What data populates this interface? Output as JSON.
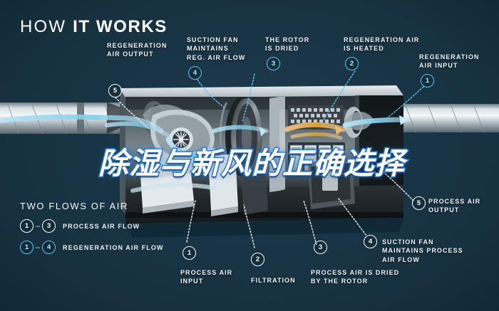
{
  "headline": {
    "light": "HOW ",
    "bold": "IT WORKS"
  },
  "overlay_title": "除湿与新风的正确选择",
  "colors": {
    "background": "#16303f",
    "accent_teal": "#5fc6e8",
    "marker_white": "#ffffff",
    "overlay_outline": "#2f7fd6",
    "airflow_blue": "#9fd8ef",
    "heat_orange": "#e8a23c"
  },
  "callouts": [
    {
      "id": "regeneration-air-output",
      "text": "REGENERATION\nAIR OUTPUT",
      "marker": "5",
      "marker_style": "white"
    },
    {
      "id": "suction-fan-reg",
      "text": "SUCTION FAN\nMAINTAINS\nREG. AIR FLOW",
      "marker": "4",
      "marker_style": "teal"
    },
    {
      "id": "the-rotor-is-dried",
      "text": "THE ROTOR\nIS DRIED",
      "marker": "3",
      "marker_style": "teal"
    },
    {
      "id": "regeneration-air-is-heated",
      "text": "REGENERATION AIR\nIS HEATED",
      "marker": "2",
      "marker_style": "teal"
    },
    {
      "id": "regeneration-air-input",
      "text": "REGENERATION\nAIR INPUT",
      "marker": "1",
      "marker_style": "teal"
    },
    {
      "id": "process-air-output",
      "text": "PROCESS AIR\nOUTPUT",
      "marker": "5",
      "marker_style": "white"
    },
    {
      "id": "suction-fan-process",
      "text": "SUCTION FAN\nMAINTAINS PROCESS\nAIR FLOW",
      "marker": "4",
      "marker_style": "white"
    },
    {
      "id": "process-air-is-dried",
      "text": "PROCESS AIR IS DRIED\nBY THE ROTOR",
      "marker": "3",
      "marker_style": "white"
    },
    {
      "id": "filtration",
      "text": "FILTRATION",
      "marker": "2",
      "marker_style": "white"
    },
    {
      "id": "process-air-input",
      "text": "PROCESS AIR\nINPUT",
      "marker": "1",
      "marker_style": "white"
    }
  ],
  "legend": {
    "title": "TWO FLOWS OF AIR",
    "dash": "–",
    "rows": [
      {
        "from": "1",
        "to": "3",
        "label": "PROCESS AIR FLOW",
        "style": "white"
      },
      {
        "from": "1",
        "to": "4",
        "label": "REGENERATION AIR FLOW",
        "style": "teal"
      }
    ]
  }
}
